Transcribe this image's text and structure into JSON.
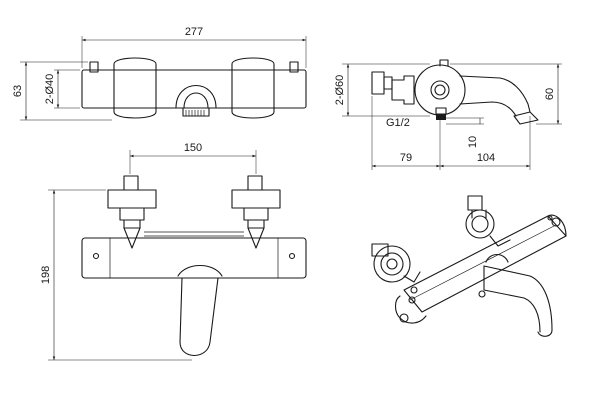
{
  "dimensions": {
    "width_top": "277",
    "body_dia": "2-Ø40",
    "height_top": "63",
    "side_dia": "2-Ø60",
    "thread": "G1/2",
    "side_height": "60",
    "gap_small": "10",
    "left_depth": "79",
    "right_depth": "104",
    "inlet_spacing": "150",
    "front_height": "198"
  }
}
